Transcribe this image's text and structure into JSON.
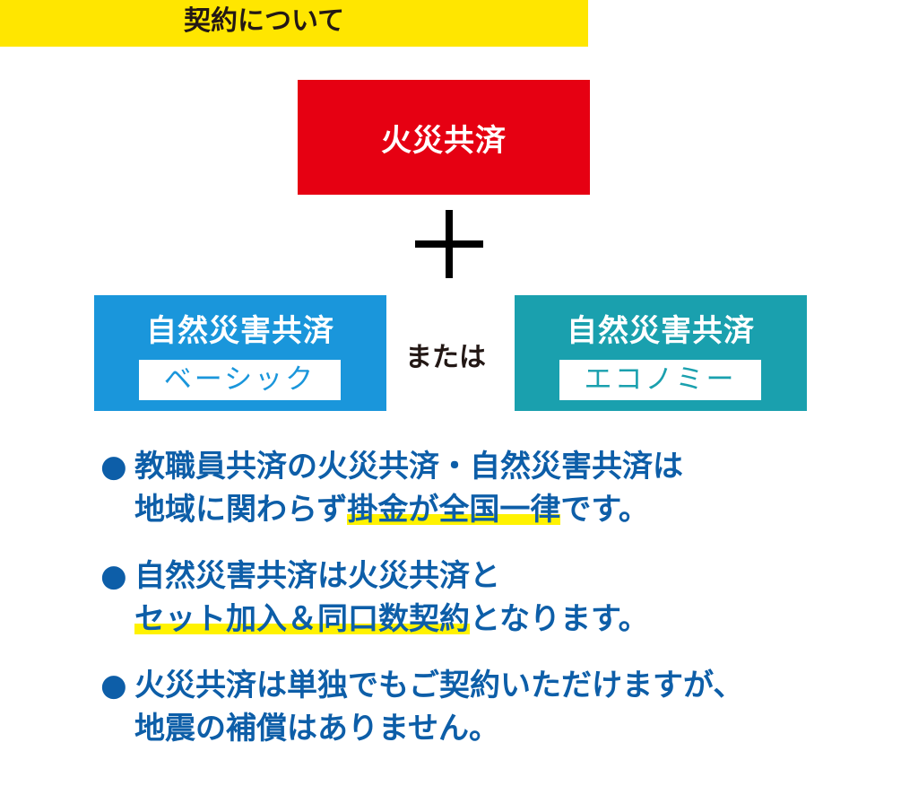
{
  "header": {
    "title": "契約について"
  },
  "fire_box": {
    "label": "火災共済"
  },
  "plus": {
    "symbol": "＋"
  },
  "natural_basic": {
    "title": "自然災害共済",
    "plan": "ベーシック"
  },
  "connector": {
    "label": "または"
  },
  "natural_economy": {
    "title": "自然災害共済",
    "plan": "エコノミー"
  },
  "notes": [
    {
      "bullet": "●",
      "line1": "教職員共済の火災共済・自然災害共済は",
      "line2_pre": "地域に関わらず",
      "line2_highlight": "掛金が全国一律",
      "line2_post": "です。"
    },
    {
      "bullet": "●",
      "line1": "自然災害共済は火災共済と",
      "line2_pre": "",
      "line2_highlight": "セット加入＆同口数契約",
      "line2_post": "となります。"
    },
    {
      "bullet": "●",
      "line1": "火災共済は単独でもご契約いただけますが、",
      "line2_pre": "地震の補償はありません。",
      "line2_highlight": "",
      "line2_post": ""
    }
  ],
  "colors": {
    "header_band": "#ffe600",
    "fire_red": "#e60012",
    "basic_blue": "#1a96db",
    "economy_teal": "#1aa0ae",
    "note_blue": "#0d5ea8",
    "highlight_yellow": "#fff200"
  }
}
